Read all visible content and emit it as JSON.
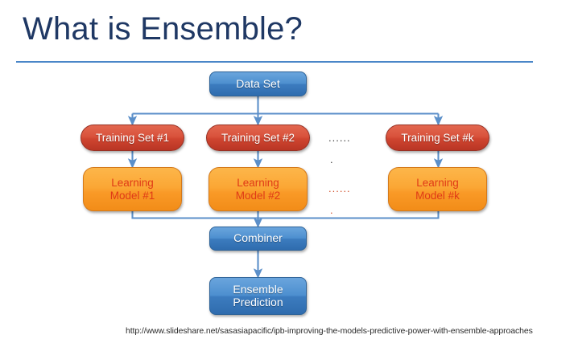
{
  "slide": {
    "title": "What is Ensemble?",
    "source_url": "http://www.slideshare.net/sasasiapacific/ipb-improving-the-models-predictive-power-with-ensemble-approaches"
  },
  "colors": {
    "title_text": "#1f3864",
    "rule": "#4a86c8",
    "blue_node": "#3c7cbf",
    "red_node": "#cf4530",
    "orange_node": "#f99a27",
    "orange_node_text": "#e03a17",
    "connector": "#5b8fc9",
    "ellipsis_training": "#3a3a3a",
    "ellipsis_model": "#d1502c"
  },
  "diagram": {
    "type": "flowchart",
    "nodes": {
      "dataset": {
        "label": "Data Set"
      },
      "training_sets": [
        {
          "label": "Training Set #1"
        },
        {
          "label": "Training Set #2"
        },
        {
          "label": "Training Set #k"
        }
      ],
      "learning_models": [
        {
          "line1": "Learning",
          "line2": "Model #1"
        },
        {
          "line1": "Learning",
          "line2": "Model #2"
        },
        {
          "line1": "Learning",
          "line2": "Model #k"
        }
      ],
      "combiner": {
        "label": "Combiner"
      },
      "ensemble_prediction": {
        "line1": "Ensemble",
        "line2": "Prediction"
      }
    },
    "ellipses": {
      "training_row": {
        "dots": "......",
        "dot_below": "."
      },
      "model_row": {
        "dots": "......",
        "dot_below": "."
      }
    }
  }
}
